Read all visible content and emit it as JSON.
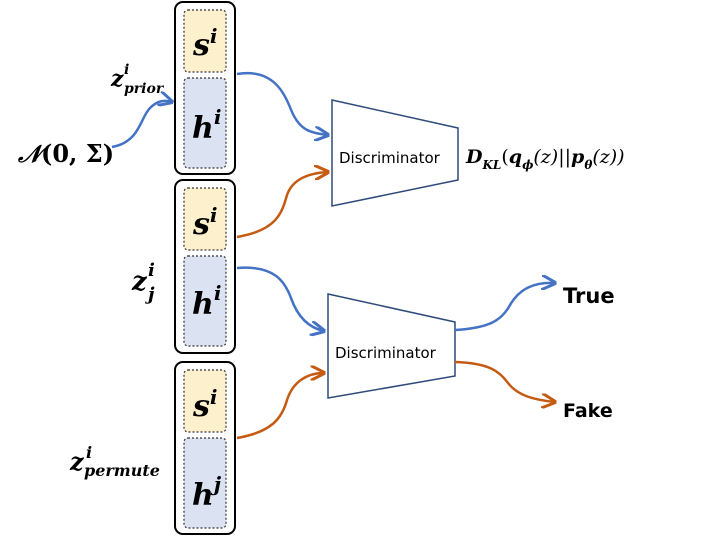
{
  "latent": {
    "s_label": "s",
    "sup_i": "i",
    "sup_j": "j",
    "h_label": "h",
    "z_label": "z",
    "sub_prior": "prior",
    "sub_j": "j",
    "sub_permute": "permute"
  },
  "prior_distribution": {
    "letter": "𝒩",
    "args": "(0, Σ)"
  },
  "discriminator_top": {
    "label": "Discriminator"
  },
  "discriminator_bottom": {
    "label": "Discriminator"
  },
  "kl_term": {
    "D": "D",
    "D_sub": "KL",
    "open": "(",
    "q": "q",
    "q_sub": "ϕ",
    "q_arg": "(z)",
    "sep": "||",
    "p": "p",
    "p_sub": "θ",
    "p_arg": "(z))"
  },
  "outputs": {
    "true_label": "True",
    "fake_label": "Fake"
  },
  "colors": {
    "s_fill": "#fdf0cc",
    "h_fill": "#dbe3f3",
    "real_arrow": "#4472c4",
    "fake_arrow": "#c55a11"
  }
}
